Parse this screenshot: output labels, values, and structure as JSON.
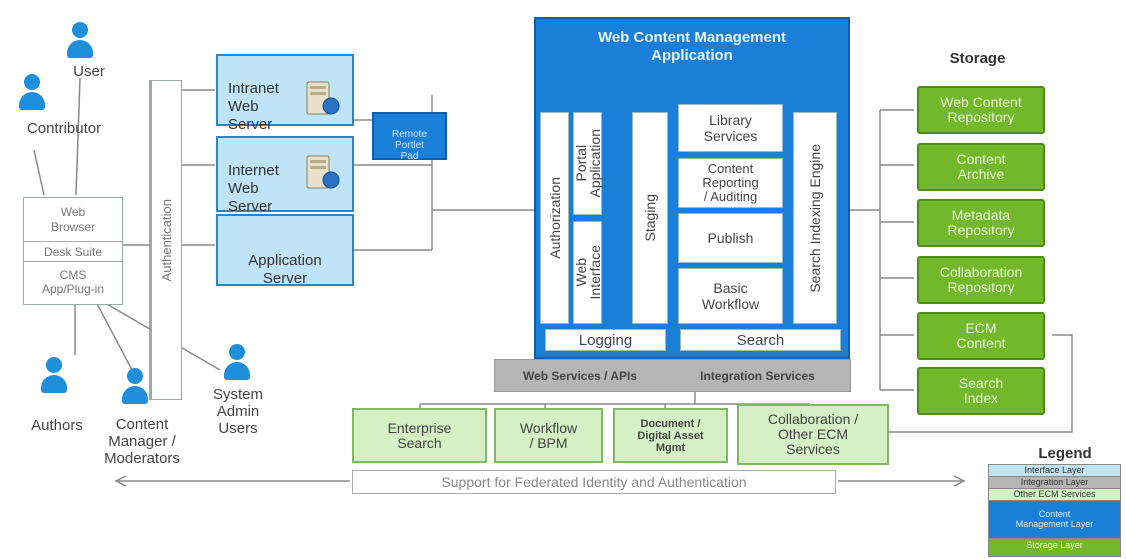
{
  "actors": {
    "user": "User",
    "contributor": "Contributor",
    "authors": "Authors",
    "content_manager": "Content\nManager /\nModerators",
    "system_admin": "System\nAdmin\nUsers"
  },
  "client": {
    "web_browser": "Web\nBrowser",
    "desk_suite": "Desk Suite",
    "cms_plugin": "CMS\nApp/Plug-in"
  },
  "authentication": "Authentication",
  "servers": {
    "intranet": "Intranet\nWeb\nServer",
    "internet": "Internet\nWeb\nServer",
    "application": "Application\nServer",
    "remote_portlet": "Remote\nPortlet\nPad"
  },
  "wcm": {
    "title": "Web Content Management\nApplication",
    "authorization": "Authorization",
    "portal_application": "Portal\nApplication",
    "web_interface": "Web\nInterface",
    "staging": "Staging",
    "library_services": "Library\nServices",
    "content_reporting": "Content\nReporting\n/ Auditing",
    "publish": "Publish",
    "basic_workflow": "Basic\nWorkflow",
    "search_indexing": "Search Indexing Engine",
    "logging": "Logging",
    "search": "Search"
  },
  "integration": {
    "web_services": "Web Services / APIs",
    "integration_services": "Integration Services"
  },
  "ecm_services": {
    "enterprise_search": "Enterprise\nSearch",
    "workflow_bpm": "Workflow\n/ BPM",
    "document_asset": "Document /\nDigital Asset\nMgmt",
    "collaboration": "Collaboration /\nOther ECM\nServices"
  },
  "federated": "Support for Federated Identity and Authentication",
  "storage": {
    "title": "Storage",
    "items": [
      "Web Content\nRepository",
      "Content\nArchive",
      "Metadata\nRepository",
      "Collaboration\nRepository",
      "ECM\nContent",
      "Search\nIndex"
    ]
  },
  "legend": {
    "title": "Legend",
    "items": [
      "Interface Layer",
      "Integration Layer",
      "Other ECM Services",
      "Content\nManagement Layer",
      "Storage Layer"
    ]
  },
  "colors": {
    "interface": "#bfe3f7",
    "content_management": "#1a7fd8",
    "integration": "#b5b5b5",
    "other_ecm": "#d4f0c4",
    "storage": "#73b82b"
  }
}
